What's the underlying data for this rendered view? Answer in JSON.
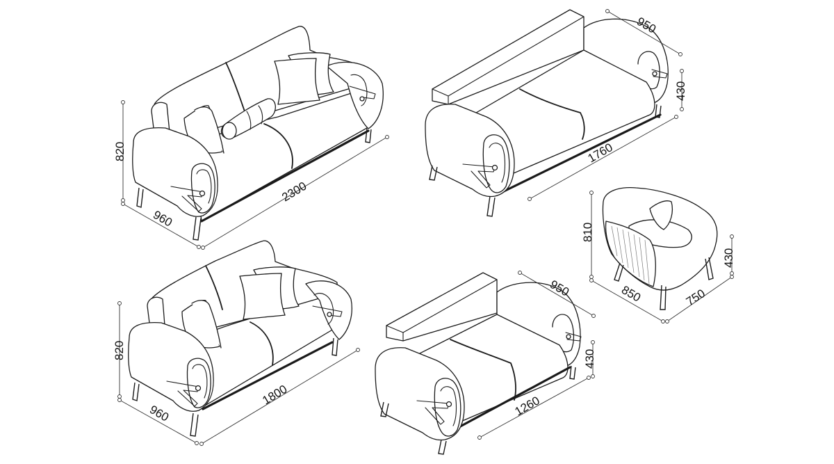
{
  "views": [
    {
      "id": "sofa-3-seat-front",
      "dimensions": {
        "height": "820",
        "depth": "960",
        "width": "2300"
      }
    },
    {
      "id": "sofa-3-seat-back",
      "dimensions": {
        "depth": "950",
        "seat_height": "430",
        "width": "1760"
      }
    },
    {
      "id": "armchair",
      "dimensions": {
        "height": "810",
        "seat_height": "430",
        "depth": "850",
        "width": "750"
      }
    },
    {
      "id": "sofa-2-seat-front",
      "dimensions": {
        "height": "820",
        "depth": "960",
        "width": "1800"
      }
    },
    {
      "id": "sofa-2-seat-back",
      "dimensions": {
        "depth": "950",
        "seat_height": "430",
        "width": "1260"
      }
    }
  ],
  "colors": {
    "line": "#1a1a1a",
    "dimension": "#333333",
    "background": "#ffffff"
  }
}
